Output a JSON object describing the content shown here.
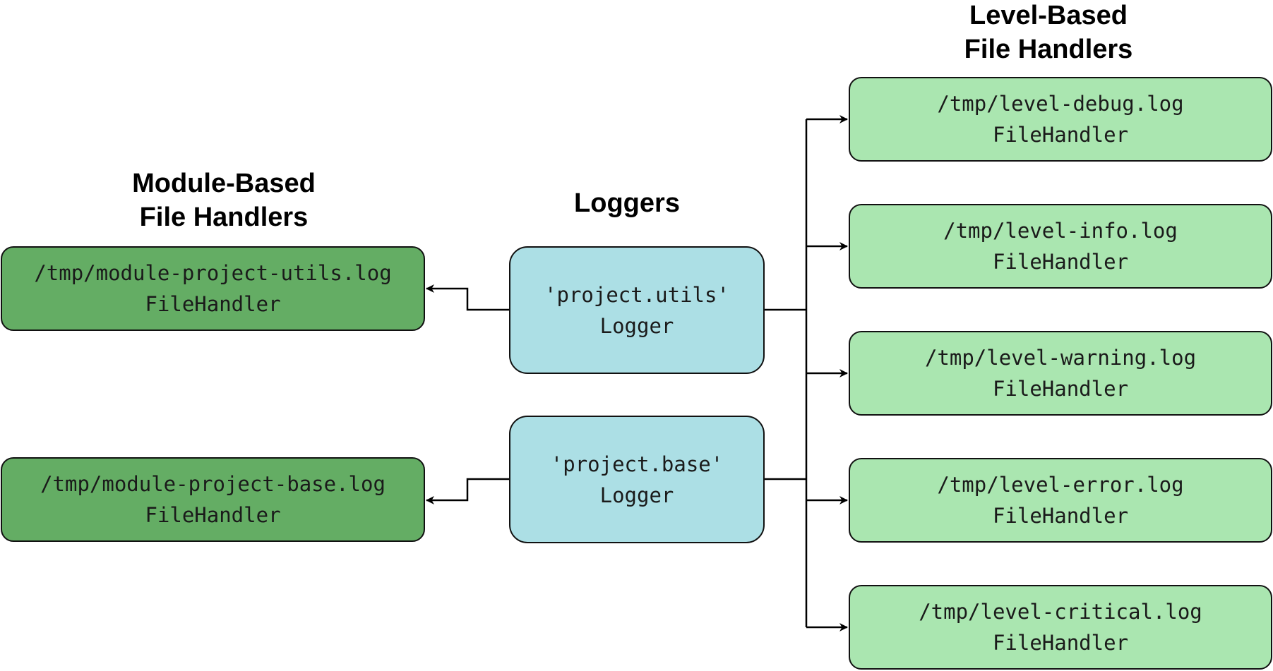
{
  "headings": {
    "module": [
      "Module-Based",
      "File Handlers"
    ],
    "loggers": "Loggers",
    "level": [
      "Level-Based",
      "File Handlers"
    ]
  },
  "colors": {
    "module_handler": "#64ad64",
    "logger": "#acdfe5",
    "level_handler": "#aae6b0",
    "line": "#000000"
  },
  "loggers": [
    {
      "name": "'project.utils'",
      "type": "Logger"
    },
    {
      "name": "'project.base'",
      "type": "Logger"
    }
  ],
  "module_handlers": [
    {
      "path": "/tmp/module-project-utils.log",
      "type": "FileHandler"
    },
    {
      "path": "/tmp/module-project-base.log",
      "type": "FileHandler"
    }
  ],
  "level_handlers": [
    {
      "path": "/tmp/level-debug.log",
      "type": "FileHandler"
    },
    {
      "path": "/tmp/level-info.log",
      "type": "FileHandler"
    },
    {
      "path": "/tmp/level-warning.log",
      "type": "FileHandler"
    },
    {
      "path": "/tmp/level-error.log",
      "type": "FileHandler"
    },
    {
      "path": "/tmp/level-critical.log",
      "type": "FileHandler"
    }
  ]
}
